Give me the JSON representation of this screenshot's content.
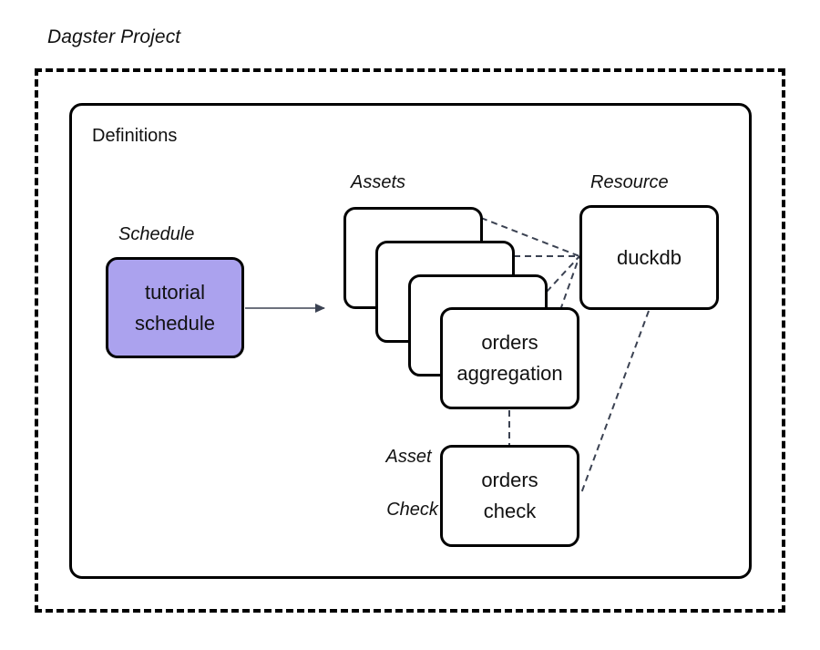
{
  "diagram": {
    "type": "architecture-diagram",
    "title": "Dagster Project",
    "background_color": "#ffffff",
    "stroke_color": "#000000",
    "connector_color": "#3b4252",
    "accent_color": "#aba2ee"
  },
  "project_frame": {
    "label": "Dagster Project",
    "border_style": "dashed"
  },
  "definitions": {
    "label": "Definitions",
    "border_style": "solid"
  },
  "groups": {
    "schedule_label": "Schedule",
    "assets_label": "Assets",
    "resource_label": "Resource",
    "asset_check_label_line1": "Asset",
    "asset_check_label_line2": "Check"
  },
  "nodes": {
    "schedule": {
      "name": "tutorial schedule",
      "line1": "tutorial",
      "line2": "schedule",
      "fill": "#aba2ee"
    },
    "assets_stack": {
      "count": 4,
      "front_card": {
        "name": "orders aggregation",
        "line1": "orders",
        "line2": "aggregation"
      },
      "back_cards": [
        "",
        "",
        ""
      ]
    },
    "resource": {
      "name": "duckdb",
      "line1": "duckdb"
    },
    "asset_check": {
      "name": "orders check",
      "line1": "orders",
      "line2": "check"
    }
  },
  "connectors": [
    {
      "from": "tutorial schedule",
      "to": "assets",
      "style": "solid",
      "arrow": "filled-triangle"
    },
    {
      "from": "asset-card-1",
      "to": "duckdb",
      "style": "dashed",
      "arrow": "none"
    },
    {
      "from": "asset-card-2",
      "to": "duckdb",
      "style": "dashed",
      "arrow": "none"
    },
    {
      "from": "asset-card-3",
      "to": "duckdb",
      "style": "dashed",
      "arrow": "none"
    },
    {
      "from": "orders aggregation",
      "to": "duckdb",
      "style": "dashed",
      "arrow": "none"
    },
    {
      "from": "orders aggregation",
      "to": "orders check",
      "style": "dashed",
      "arrow": "none"
    },
    {
      "from": "duckdb",
      "to": "orders check",
      "style": "dashed",
      "arrow": "none"
    }
  ]
}
